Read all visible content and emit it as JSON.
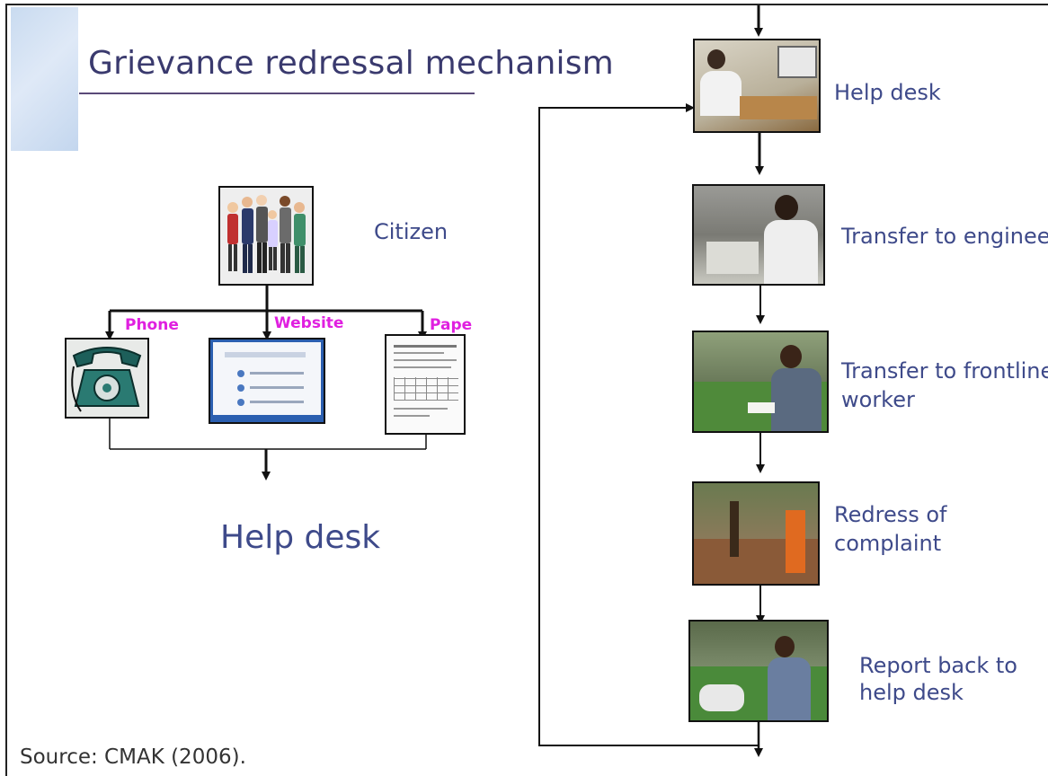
{
  "title": "Grievance redressal mechanism",
  "source": "Source: CMAK (2006).",
  "left": {
    "citizen": "Citizen",
    "channels": {
      "phone": "Phone",
      "website": "Website",
      "paper": "Paper"
    },
    "destination": "Help desk"
  },
  "steps": [
    "Help desk",
    "Transfer to engineer",
    "Transfer to frontline worker",
    "Redress of complaint",
    "Report back to help desk"
  ],
  "step_lines": {
    "s3a": "Transfer to frontline",
    "s3b": "worker",
    "s4a": "Redress of",
    "s4b": "complaint",
    "s5a": "Report back to",
    "s5b": "help desk"
  },
  "colors": {
    "label": "#3e4a8a",
    "channel": "#e020e0",
    "line": "#111111"
  }
}
